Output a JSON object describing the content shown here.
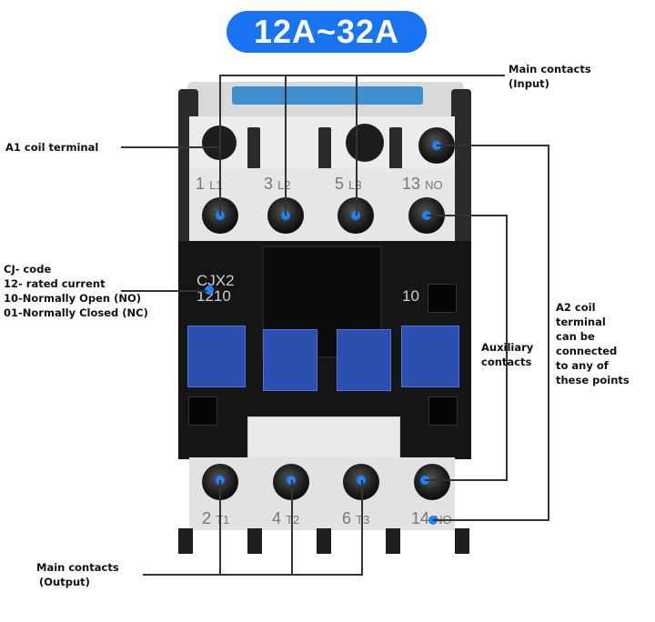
{
  "title": "12A~32A",
  "labels": {
    "main_input": [
      "Main contacts",
      "(Input)"
    ],
    "a1_coil": "A1 coil terminal",
    "code_legend": [
      "CJ- code",
      "12- rated current",
      "10-Normally Open (NO)",
      "01-Normally Closed (NC)"
    ],
    "a2_coil": [
      "A2 coil",
      "terminal",
      "can be",
      "connected",
      "to any of",
      "these points"
    ],
    "auxiliary": [
      "Auxiliary",
      "contacts"
    ],
    "main_output": [
      "Main contacts",
      "(Output)"
    ]
  },
  "device": {
    "model_line1": "CJX2",
    "model_line2": "1210",
    "aux_marking": "10",
    "top_terminals": [
      {
        "num": "1",
        "sub": "L1"
      },
      {
        "num": "3",
        "sub": "L2"
      },
      {
        "num": "5",
        "sub": "L3"
      },
      {
        "num": "13",
        "sub": "NO"
      }
    ],
    "bottom_terminals": [
      {
        "num": "2",
        "sub": "T1"
      },
      {
        "num": "4",
        "sub": "T2"
      },
      {
        "num": "6",
        "sub": "T3"
      },
      {
        "num": "14",
        "sub": "NO"
      }
    ]
  },
  "colors": {
    "accent": "#1a73f0",
    "marker": "#1c82ff",
    "button_blue": "#2d4fb0"
  }
}
